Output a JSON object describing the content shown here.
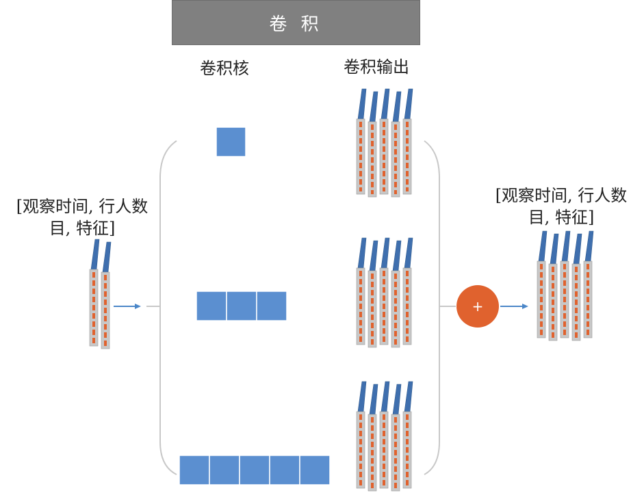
{
  "header": {
    "title": "卷 积"
  },
  "labels": {
    "kernel": "卷积核",
    "conv_output": "卷积输出",
    "input_tensor_line1": "[观察时间, 行人数",
    "input_tensor_line2": "目, 特征]",
    "output_tensor_line1": "[观察时间, 行人数",
    "output_tensor_line2": "目, 特征]",
    "sum_symbol": "+"
  },
  "kernels": [
    {
      "id": "kernel-1",
      "cells": 1
    },
    {
      "id": "kernel-3",
      "cells": 3
    },
    {
      "id": "kernel-5",
      "cells": 5
    }
  ],
  "colors": {
    "banner": "#808080",
    "kernel_fill": "#5b8fd0",
    "slab_top": "#3f6fae",
    "slab_body": "#c8c8c8",
    "slab_dash": "#e0622e",
    "sum_node": "#e0622e",
    "arrow": "#4a86c8",
    "bracket": "#c8c8c8"
  },
  "icons": {
    "sum": "plus-circle-icon",
    "arrow": "arrow-right-icon"
  }
}
